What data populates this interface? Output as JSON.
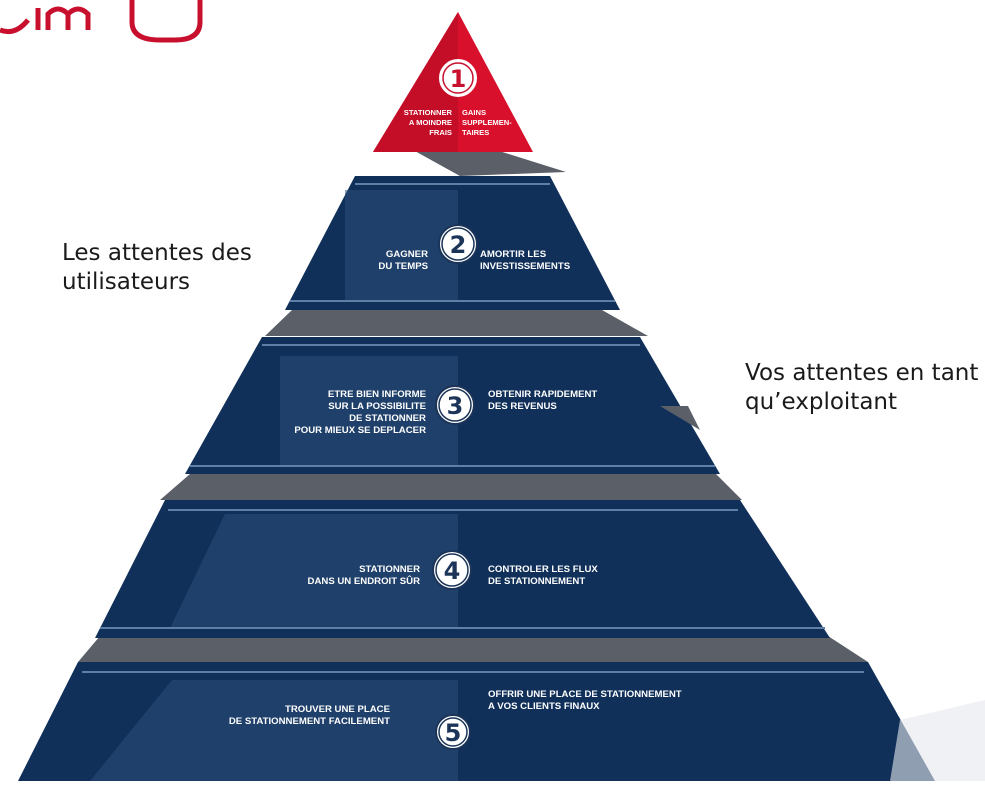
{
  "logo": {
    "text": "IM"
  },
  "labels": {
    "users": "Les attentes des\nutilisateurs",
    "operator": "Vos attentes en tant\nqu’exploitant"
  },
  "tiers": [
    {
      "number": "1",
      "left": [
        "STATIONNER",
        "A MOINDRE",
        "FRAIS"
      ],
      "right": [
        "GAINS",
        "SUPPLEMEN-",
        "TAIRES"
      ]
    },
    {
      "number": "2",
      "left": [
        "GAGNER",
        "DU TEMPS"
      ],
      "right": [
        "AMORTIR LES",
        "INVESTISSEMENTS"
      ]
    },
    {
      "number": "3",
      "left": [
        "ETRE BIEN INFORME",
        "SUR LA POSSIBILITE",
        "DE STATIONNER",
        "POUR MIEUX SE DEPLACER"
      ],
      "right": [
        "OBTENIR RAPIDEMENT",
        "DES REVENUS"
      ]
    },
    {
      "number": "4",
      "left": [
        "STATIONNER",
        "DANS UN ENDROIT SÛR"
      ],
      "right": [
        "CONTROLER LES FLUX",
        "DE STATIONNEMENT"
      ]
    },
    {
      "number": "5",
      "left": [
        "TROUVER UNE PLACE",
        "DE STATIONNEMENT FACILEMENT"
      ],
      "right": [
        "OFFRIR UNE PLACE  DE STATIONNEMENT",
        "A VOS CLIENTS FINAUX"
      ]
    }
  ],
  "colors": {
    "tier_dark": "#10305a",
    "tier_light": "#2c4f78",
    "top_red": "#d8102c",
    "connector_gray": "#5a5f68",
    "stripe": "#5e7fa6"
  }
}
